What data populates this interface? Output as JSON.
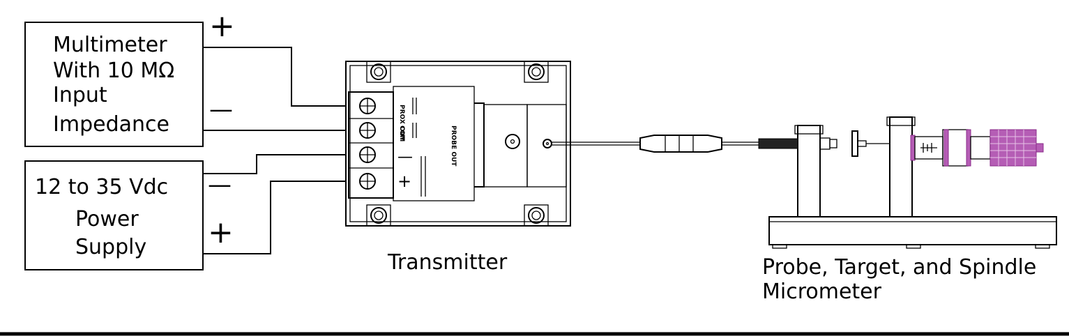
{
  "multimeter": {
    "line1": "Multimeter",
    "line2": "With 10 MΩ",
    "line3": "Input",
    "line4": "Impedance",
    "plus": "+",
    "minus": "—"
  },
  "power_supply": {
    "line1": "12 to 35 Vdc",
    "line2": "Power",
    "line3": "Supply",
    "minus": "—",
    "plus": "+"
  },
  "transmitter": {
    "label": "Transmitter",
    "terminal_prox_out": "PROX OUT",
    "terminal_com": "COM",
    "terminal_minus": "—",
    "terminal_plus": "+",
    "probe_out": "PROBE OUT"
  },
  "probe_assembly": {
    "label_line1": "Probe, Target, and Spindle",
    "label_line2": "Micrometer"
  },
  "colors": {
    "line": "#000000",
    "micrometer_accent": "#b55db5"
  }
}
